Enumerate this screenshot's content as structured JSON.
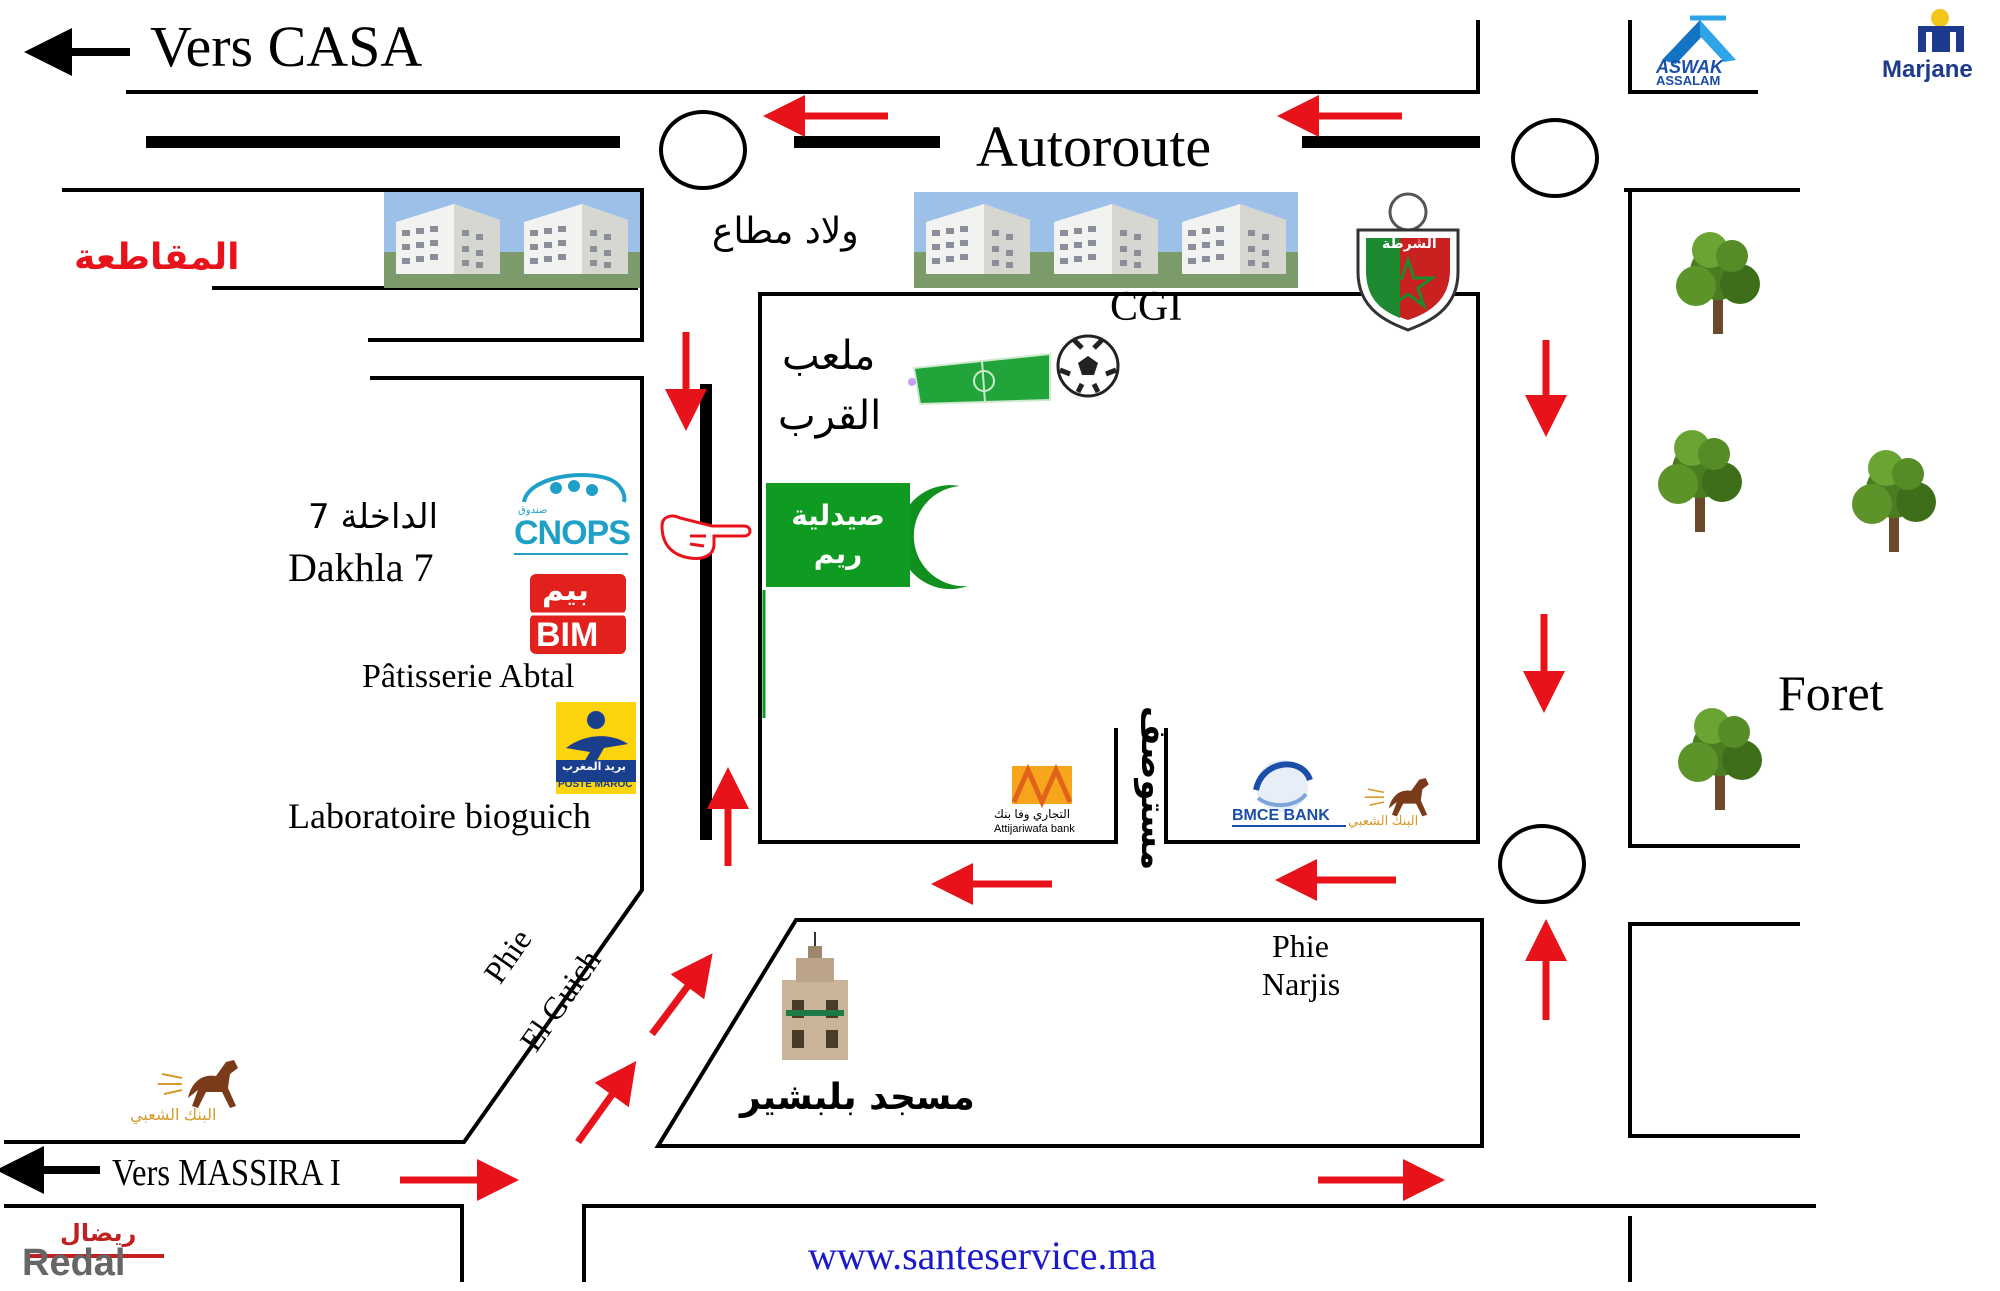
{
  "labels": {
    "vers_casa": "Vers CASA",
    "autoroute": "Autoroute",
    "moqataa": "المقاطعة",
    "oulad_mtaa": "ولاد مطاع",
    "cgi": "CGI",
    "stadium_line1": "ملعب",
    "stadium_line2": "القرب",
    "dakhla_ar": "الداخلة 7",
    "dakhla_fr": "Dakhla 7",
    "patisserie": "Pâtisserie Abtal",
    "laboratoire": "Laboratoire bioguich",
    "pharmacy_line1": "صيدلية",
    "pharmacy_line2": "ريم",
    "dispensary": "مستوصف",
    "phie_el_guich_line1": "Phie",
    "phie_el_guich_line2": "El Guich",
    "phie_narjis_line1": "Phie",
    "phie_narjis_line2": "Narjis",
    "mosque": "مسجد بلبشير",
    "foret": "Foret",
    "vers_massira": "Vers MASSIRA I",
    "website": "www.santeservice.ma"
  },
  "logos": {
    "aswak_line1": "ASWAK",
    "aswak_line2": "ASSALAM",
    "marjane": "Marjane",
    "police": "الشرطة",
    "cnops_small": "صندوق",
    "cnops": "CNOPS",
    "bim_ar": "بيم",
    "bim": "BIM",
    "poste_ar": "بريد المغرب",
    "poste": "POSTE MAROC",
    "attijari_ar": "التجاري وفا بنك",
    "attijari": "Attijariwafa bank",
    "bmce": "BMCE BANK",
    "banque_populaire": "البنك الشعبي",
    "redal_ar": "ريضال",
    "redal": "Redal"
  },
  "colors": {
    "road": "#000000",
    "arrow": "#e8121a",
    "pharmacy": "#0f9b22",
    "website": "#1a1acc",
    "moqataa": "#e8121a"
  },
  "icons": [
    "left-arrow-icon",
    "roundabout-icon",
    "building-icon",
    "police-badge-icon",
    "football-icon",
    "soccer-field-icon",
    "crescent-icon",
    "pointing-hand-icon",
    "mosque-icon",
    "tree-icon",
    "horse-icon"
  ]
}
